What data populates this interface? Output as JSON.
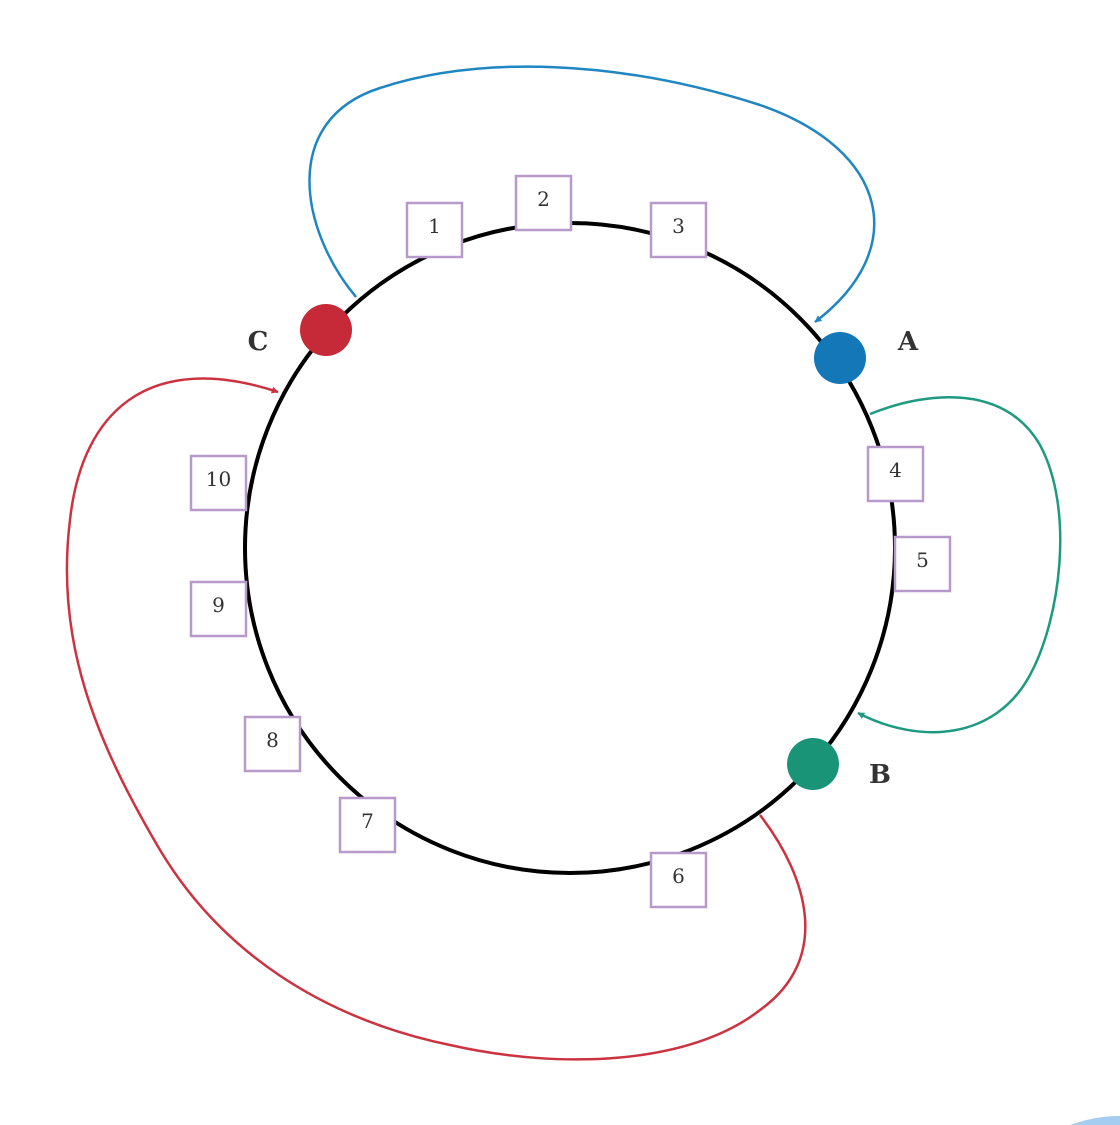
{
  "nodes": [
    {
      "id": "A",
      "label": "A",
      "color": "#1478b8"
    },
    {
      "id": "B",
      "label": "B",
      "color": "#1a9477"
    },
    {
      "id": "C",
      "label": "C",
      "color": "#c62a38"
    }
  ],
  "boxes": [
    "1",
    "2",
    "3",
    "4",
    "5",
    "6",
    "7",
    "8",
    "9",
    "10"
  ],
  "arcs": [
    {
      "from": "C",
      "to": "A",
      "color": "#1f86c2"
    },
    {
      "from": "A",
      "to": "B",
      "color": "#1e9a80"
    },
    {
      "from": "B",
      "to": "C",
      "color": "#cc3341"
    }
  ],
  "colors": {
    "ring": "#000000",
    "box_border": "#b79ac9",
    "text": "#333333"
  }
}
